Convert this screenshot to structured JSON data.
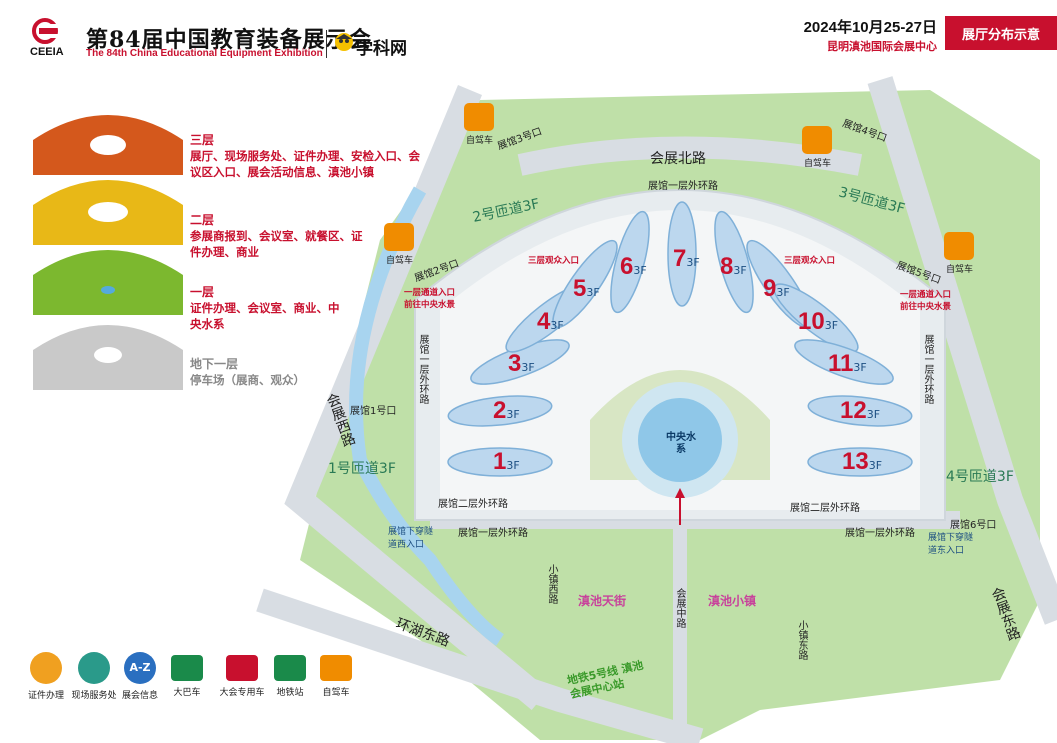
{
  "header": {
    "title": "第84届中国教育装备展示会",
    "subtitle": "The 84th China Educational Equipment Exhibition",
    "org": "CEEIA",
    "partner": "学科网",
    "date": "2024年10月25-27日",
    "venue": "昆明滇池国际会展中心",
    "badge": "展厅分布示意"
  },
  "floors": [
    {
      "title": "三层",
      "desc": "展厅、现场服务处、证件办理、安检入口、会议区入口、展会活动信息、滇池小镇",
      "color": "#c8102e"
    },
    {
      "title": "二层",
      "desc": "参展商报到、会议室、就餐区、证件办理、商业",
      "color": "#c8102e"
    },
    {
      "title": "一层",
      "desc": "证件办理、会议室、商业、中央水系",
      "color": "#c8102e"
    },
    {
      "title": "地下一层",
      "desc": "停车场（展商、观众）",
      "color": "#888888"
    }
  ],
  "halls": [
    "1",
    "2",
    "3",
    "4",
    "5",
    "6",
    "7",
    "8",
    "9",
    "10",
    "11",
    "12",
    "13"
  ],
  "hall_floor": "3F",
  "labels": {
    "north_road": "会展北路",
    "west_road": "会展西路",
    "east_road": "会展东路",
    "lake_road": "环湖东路",
    "center_road": "会展中路",
    "town_west_road": "小镇西路",
    "town_road": "小镇东路",
    "ramp1": "1号匝道3F",
    "ramp2": "2号匝道3F",
    "ramp3": "3号匝道3F",
    "ramp4": "4号匝道3F",
    "gate1": "展馆1号口",
    "gate2": "展馆2号口",
    "gate3": "展馆3号口",
    "gate4": "展馆4号口",
    "gate5": "展馆5号口",
    "gate6": "展馆6号口",
    "ring1_top": "展馆一层外环路",
    "ring1_bottom": "展馆一层外环路",
    "ring2_bottom": "展馆二层外环路",
    "ring1_left": "展馆一层外环路",
    "ring1_right": "展馆一层外环路",
    "center_water": "中央水系",
    "tianjie": "滇池天街",
    "xiaozhen": "滇池小镇",
    "metro": "地铁5号线 滇池会展中心站",
    "tunnel_w": "展馆下穿隧道西入口",
    "tunnel_e": "展馆下穿隧道东入口",
    "pass_w": "一层通道入口 前往中央水景",
    "pass_e": "一层通道入口 前往中央水景",
    "ent3_w": "三层观众入口",
    "ent3_e": "三层观众入口",
    "car_label": "自驾车"
  },
  "legend": [
    {
      "label": "证件办理",
      "icon": "id-card-icon",
      "color": "#f0a020"
    },
    {
      "label": "现场服务处",
      "icon": "service-chat-icon",
      "color": "#2a9a8a"
    },
    {
      "label": "展会信息",
      "icon": "az-info-icon",
      "color": "#2a6fc0"
    },
    {
      "label": "大巴车",
      "icon": "bus-icon",
      "color": "#1a8a4a"
    },
    {
      "label": "大会专用车",
      "icon": "shuttle-car-icon",
      "color": "#c8102e"
    },
    {
      "label": "地铁站",
      "icon": "metro-icon",
      "color": "#1a8a4a"
    },
    {
      "label": "自驾车",
      "icon": "car-icon",
      "color": "#f08c00"
    }
  ],
  "colors": {
    "accent": "#c8102e",
    "road": "#d8dde3",
    "grass": "#bfe0a8",
    "hall": "#bcd7ee",
    "water": "#8fc7e8",
    "ramp_text": "#2a7a55"
  }
}
